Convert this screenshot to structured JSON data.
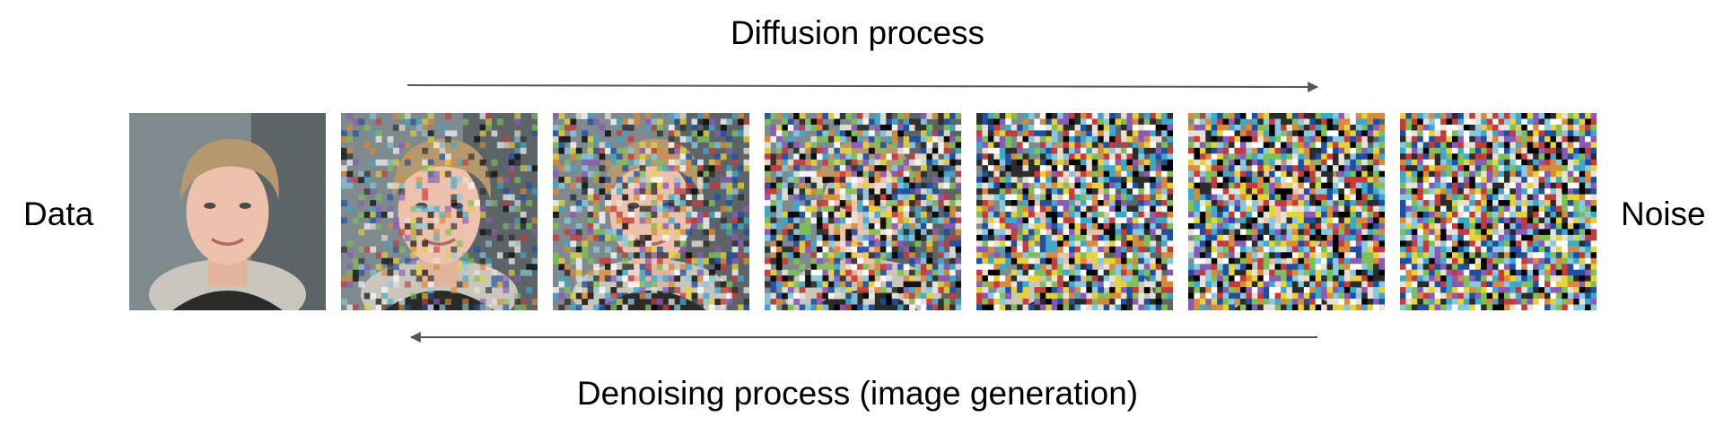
{
  "diagram": {
    "top_label": "Diffusion process",
    "bottom_label": "Denoising process (image generation)",
    "left_label": "Data",
    "right_label": "Noise",
    "frames": [
      {
        "name": "data-image",
        "noise_level": 0.0
      },
      {
        "name": "noisy-step-1",
        "noise_level": 0.35
      },
      {
        "name": "noisy-step-2",
        "noise_level": 0.55
      },
      {
        "name": "noisy-step-3",
        "noise_level": 0.75
      },
      {
        "name": "noisy-step-4",
        "noise_level": 0.88
      },
      {
        "name": "noisy-step-5",
        "noise_level": 0.96
      },
      {
        "name": "pure-noise",
        "noise_level": 1.0
      }
    ],
    "arrow_color": "#555555"
  }
}
